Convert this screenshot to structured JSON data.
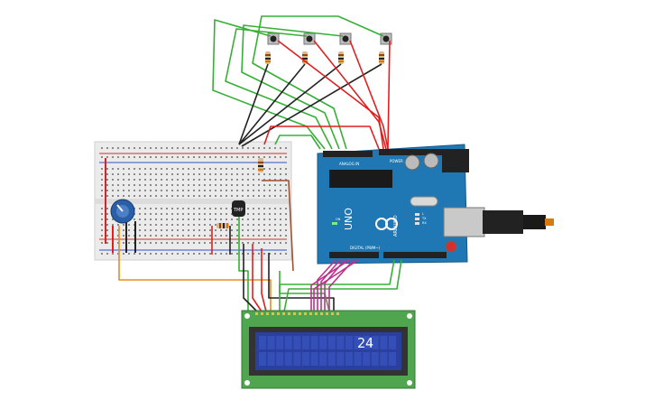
{
  "arduino": {
    "model_label": "UNO",
    "brand_label": "ARDUINO",
    "analog_label": "ANALOG IN",
    "power_label": "POWER",
    "digital_label": "DIGITAL (PWM~)",
    "tx_label": "TX",
    "rx_label": "RX",
    "on_label": "ON",
    "led_l_label": "L"
  },
  "sensor": {
    "label": "TMP"
  },
  "lcd": {
    "display_text": "24"
  },
  "colors": {
    "board": "#1f78b4",
    "breadboard": "#e9e9e9",
    "lcd_pcb": "#4fa64f",
    "lcd_screen": "#2a3f9e",
    "wire_green": "#35b035",
    "wire_red": "#e02020",
    "wire_black": "#222222",
    "wire_orange": "#f08a18",
    "wire_magenta": "#c0308c"
  }
}
